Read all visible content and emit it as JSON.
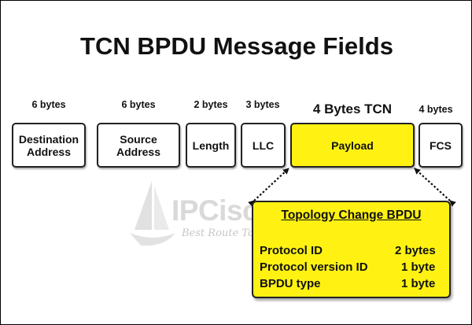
{
  "title": "TCN BPDU Message Fields",
  "fields": [
    {
      "size": "6 bytes",
      "label": "Destination\nAddress"
    },
    {
      "size": "6 bytes",
      "label": "Source\nAddress"
    },
    {
      "size": "2 bytes",
      "label": "Length"
    },
    {
      "size": "3 bytes",
      "label": "LLC"
    },
    {
      "size": "4 Bytes TCN",
      "label": "Payload"
    },
    {
      "size": "4 bytes",
      "label": "FCS"
    }
  ],
  "detail": {
    "title": "Topology Change BPDU",
    "rows": [
      {
        "name": "Protocol ID",
        "value": "2 bytes"
      },
      {
        "name": "Protocol version ID",
        "value": "1 byte"
      },
      {
        "name": "BPDU type",
        "value": "1 byte"
      }
    ]
  },
  "watermark": {
    "brand": "IPCisco.com",
    "tagline": "Best Route To Your Dreams"
  },
  "colors": {
    "payload": "#fff212",
    "border": "#222222",
    "text": "#111111"
  }
}
